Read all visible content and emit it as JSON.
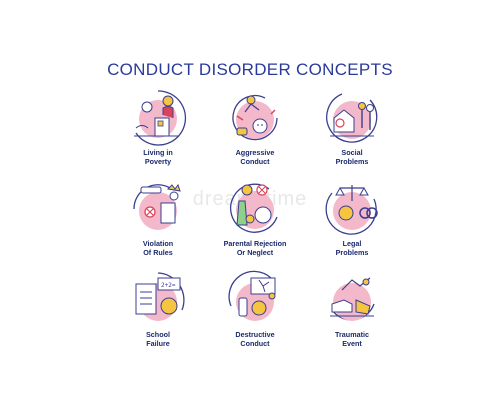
{
  "title": "CONDUCT DISORDER CONCEPTS",
  "watermark": "dreamstime",
  "colors": {
    "title": "#2a3a9a",
    "label": "#1b2a6b",
    "ring": "#3a3f8f",
    "blob": "#f3b8c9",
    "accent_yellow": "#f5c542",
    "accent_red": "#d9435b"
  },
  "items": [
    {
      "icon": "poverty-icon",
      "line1": "Living in",
      "line2": "Poverty"
    },
    {
      "icon": "aggression-icon",
      "line1": "Aggressive",
      "line2": "Conduct"
    },
    {
      "icon": "social-problems-icon",
      "line1": "Social",
      "line2": "Problems"
    },
    {
      "icon": "rule-violation-icon",
      "line1": "Violation",
      "line2": "Of Rules"
    },
    {
      "icon": "parental-rejection-icon",
      "line1": "Parental Rejection",
      "line2": "Or Neglect"
    },
    {
      "icon": "legal-problems-icon",
      "line1": "Legal",
      "line2": "Problems"
    },
    {
      "icon": "school-failure-icon",
      "line1": "School",
      "line2": "Failure"
    },
    {
      "icon": "destructive-conduct-icon",
      "line1": "Destructive",
      "line2": "Conduct"
    },
    {
      "icon": "traumatic-event-icon",
      "line1": "Traumatic",
      "line2": "Event"
    }
  ]
}
